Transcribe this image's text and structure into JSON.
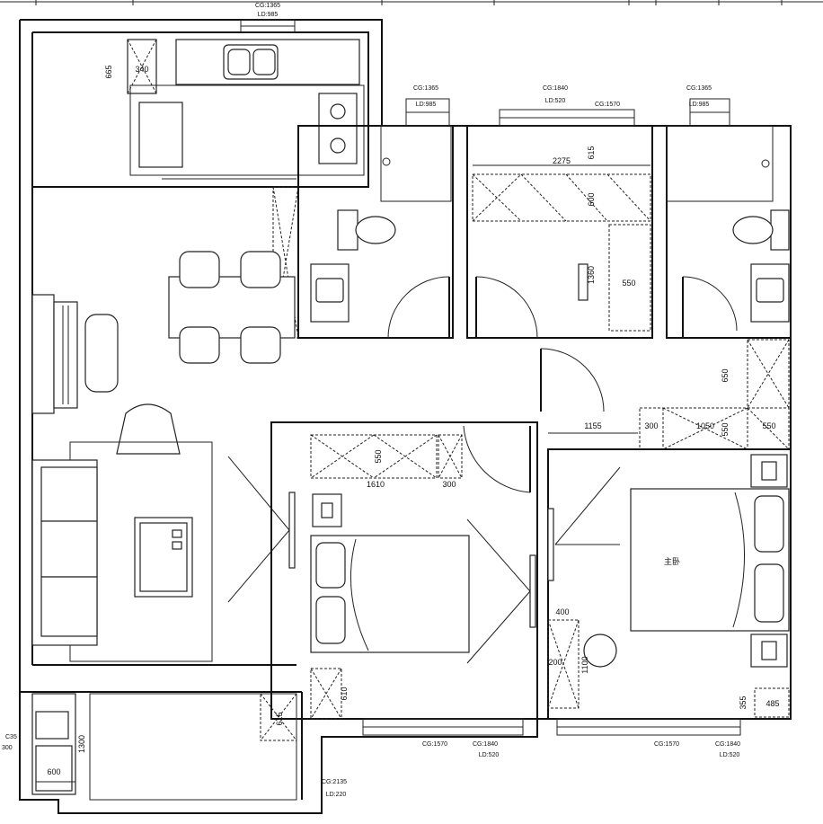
{
  "window_labels": {
    "top_kitchen_cg": "CG:1365",
    "top_kitchen_ld": "LD:985",
    "bath1_cg": "CG:1365",
    "bath1_ld": "LD:985",
    "closet_cg": "CG:1840",
    "closet_ld": "LD:520",
    "closet_cg2": "CG:1570",
    "bath2_cg": "CG:1365",
    "bath2_ld": "LD:985",
    "bed2_cg": "CG:1570",
    "bed2_cg2": "CG:1840",
    "bed2_ld": "LD:520",
    "master_cg": "CG:1570",
    "master_cg2": "CG:1840",
    "master_ld": "LD:520",
    "balcony_cg": "CG:2135",
    "balcony_ld": "LD:220",
    "side_left_a": "C35",
    "side_left_b": "300"
  },
  "dimensions": {
    "kitchen_h": "665",
    "kitchen_w": "340",
    "closet_top": "615",
    "closet_w": "2275",
    "closet_depth": "600",
    "closet_side": "1360",
    "closet_side_w": "550",
    "hall_650": "650",
    "hall_1155": "1155",
    "wardrobe_300": "300",
    "wardrobe_1050": "1050",
    "wardrobe_550a": "550",
    "wardrobe_550b": "550",
    "bed2_550": "550",
    "bed2_1610": "1610",
    "bed2_300": "300",
    "master_400": "400",
    "master_1100": "1100",
    "master_200": "200",
    "bed2_610": "610",
    "balcony_615": "615",
    "master_355": "355",
    "master_485": "485",
    "balcony_1300": "1300",
    "balcony_600": "600"
  },
  "rooms": {
    "master_bedroom": "主卧"
  }
}
